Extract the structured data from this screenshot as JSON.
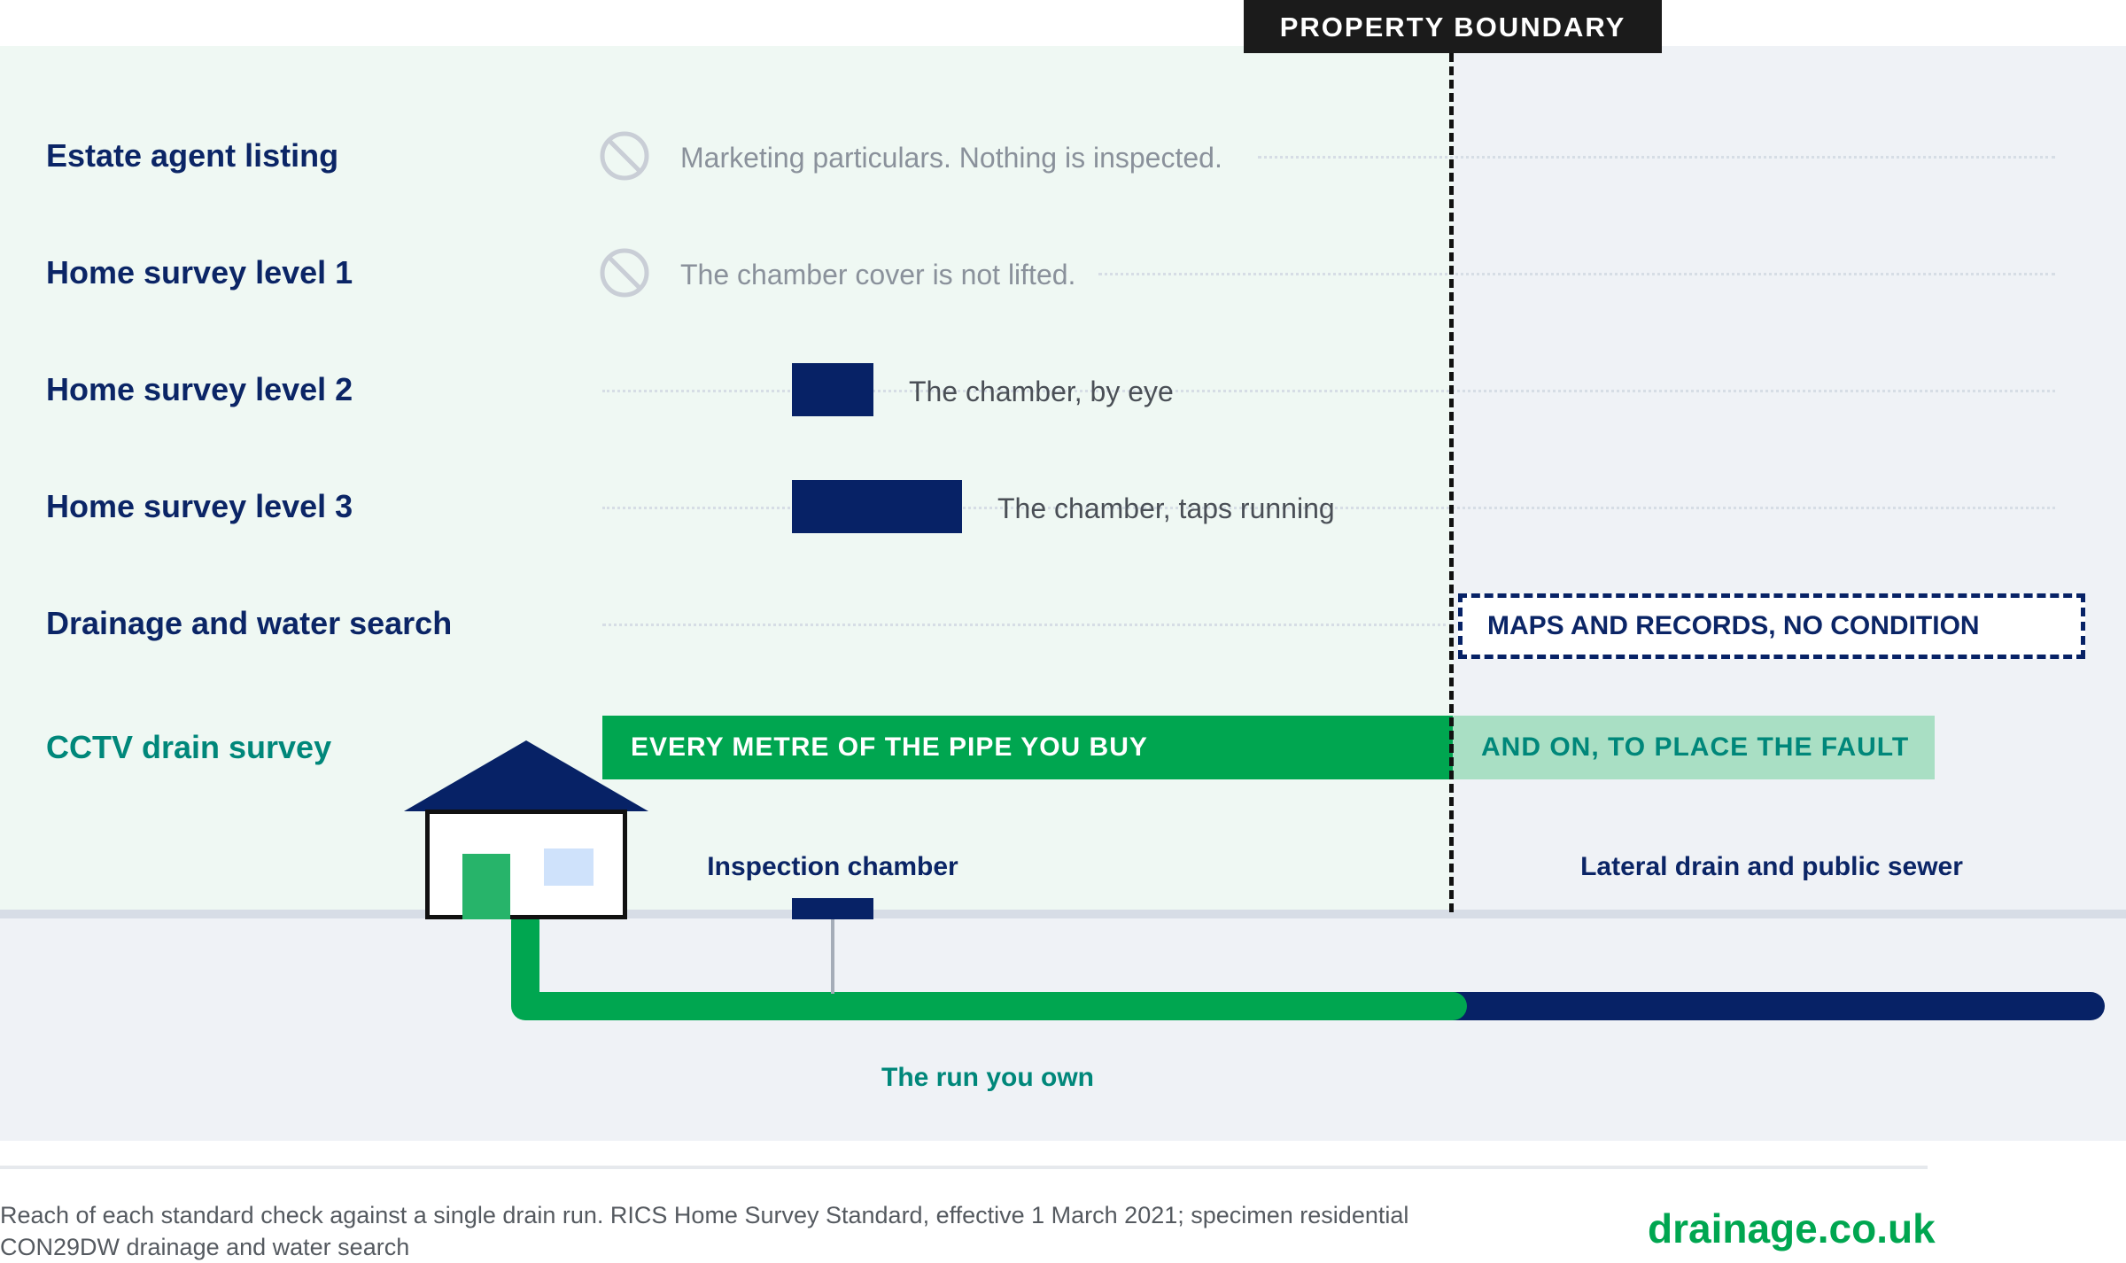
{
  "boundary": {
    "label": "PROPERTY BOUNDARY"
  },
  "rows": [
    {
      "label": "Estate agent listing",
      "note": "Marketing particulars. Nothing is inspected.",
      "icon": "no-entry-icon"
    },
    {
      "label": "Home survey level 1",
      "note": "The chamber cover is not lifted.",
      "icon": "no-entry-icon"
    },
    {
      "label": "Home survey level 2",
      "note": "The chamber, by eye"
    },
    {
      "label": "Home survey level 3",
      "note": "The chamber, taps running"
    },
    {
      "label": "Drainage and water search",
      "note": "MAPS AND RECORDS, NO CONDITION"
    },
    {
      "label": "CCTV drain survey",
      "note": "EVERY METRE OF THE PIPE YOU BUY",
      "extension": "AND ON, TO PLACE THE FAULT"
    }
  ],
  "diagram": {
    "chamber_label": "Inspection chamber",
    "lateral_label": "Lateral drain and public sewer",
    "run_label": "The run you own"
  },
  "footer": {
    "note": "Reach of each standard check against a single drain run. RICS Home Survey Standard, effective 1 March 2021; specimen residential CON29DW drainage and water search",
    "brand": "drainage.co.uk"
  },
  "colors": {
    "navy": "#072266",
    "green": "#00a650",
    "teal": "#00877a",
    "light_green": "#a9dfc4",
    "boundary": "#111111"
  }
}
